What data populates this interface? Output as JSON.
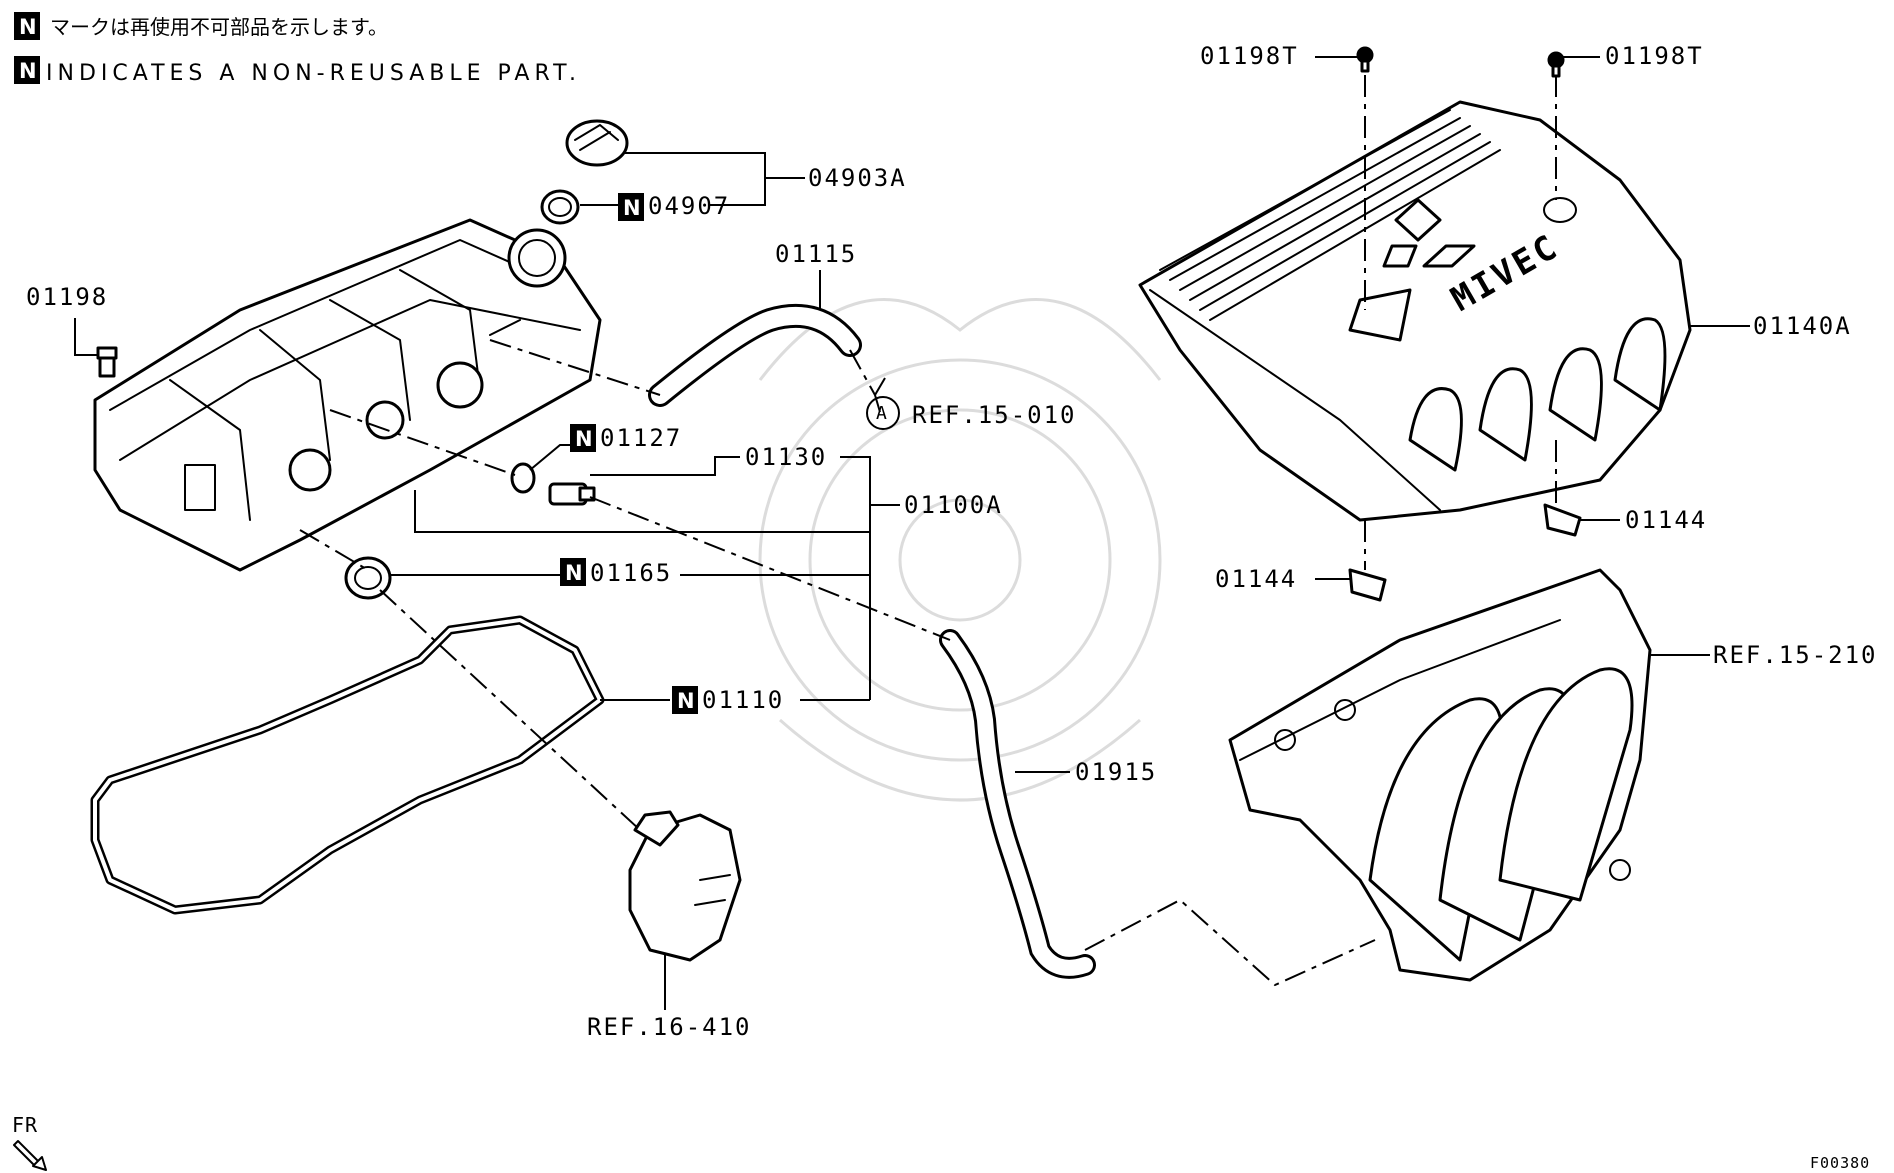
{
  "header": {
    "jp_note": "マークは再使用不可部品を示します。",
    "en_note": "INDICATES A NON-REUSABLE PART.",
    "n_mark": "N"
  },
  "labels": {
    "p04903A": "04903A",
    "p04907": "04907",
    "p01115": "01115",
    "p01198": "01198",
    "ref15010": "REF.15-010",
    "circleA": "A",
    "p01127": "01127",
    "p01130": "01130",
    "p01100A": "01100A",
    "p01165": "01165",
    "p01110": "01110",
    "ref16410": "REF.16-410",
    "p01915": "01915",
    "p01198T_left": "01198T",
    "p01198T_right": "01198T",
    "p01140A": "01140A",
    "p01144_right": "01144",
    "p01144_left": "01144",
    "ref15210": "REF.15-210",
    "logo_text": "MIVEC"
  },
  "footer": {
    "fr": "FR",
    "code": "F00380"
  }
}
